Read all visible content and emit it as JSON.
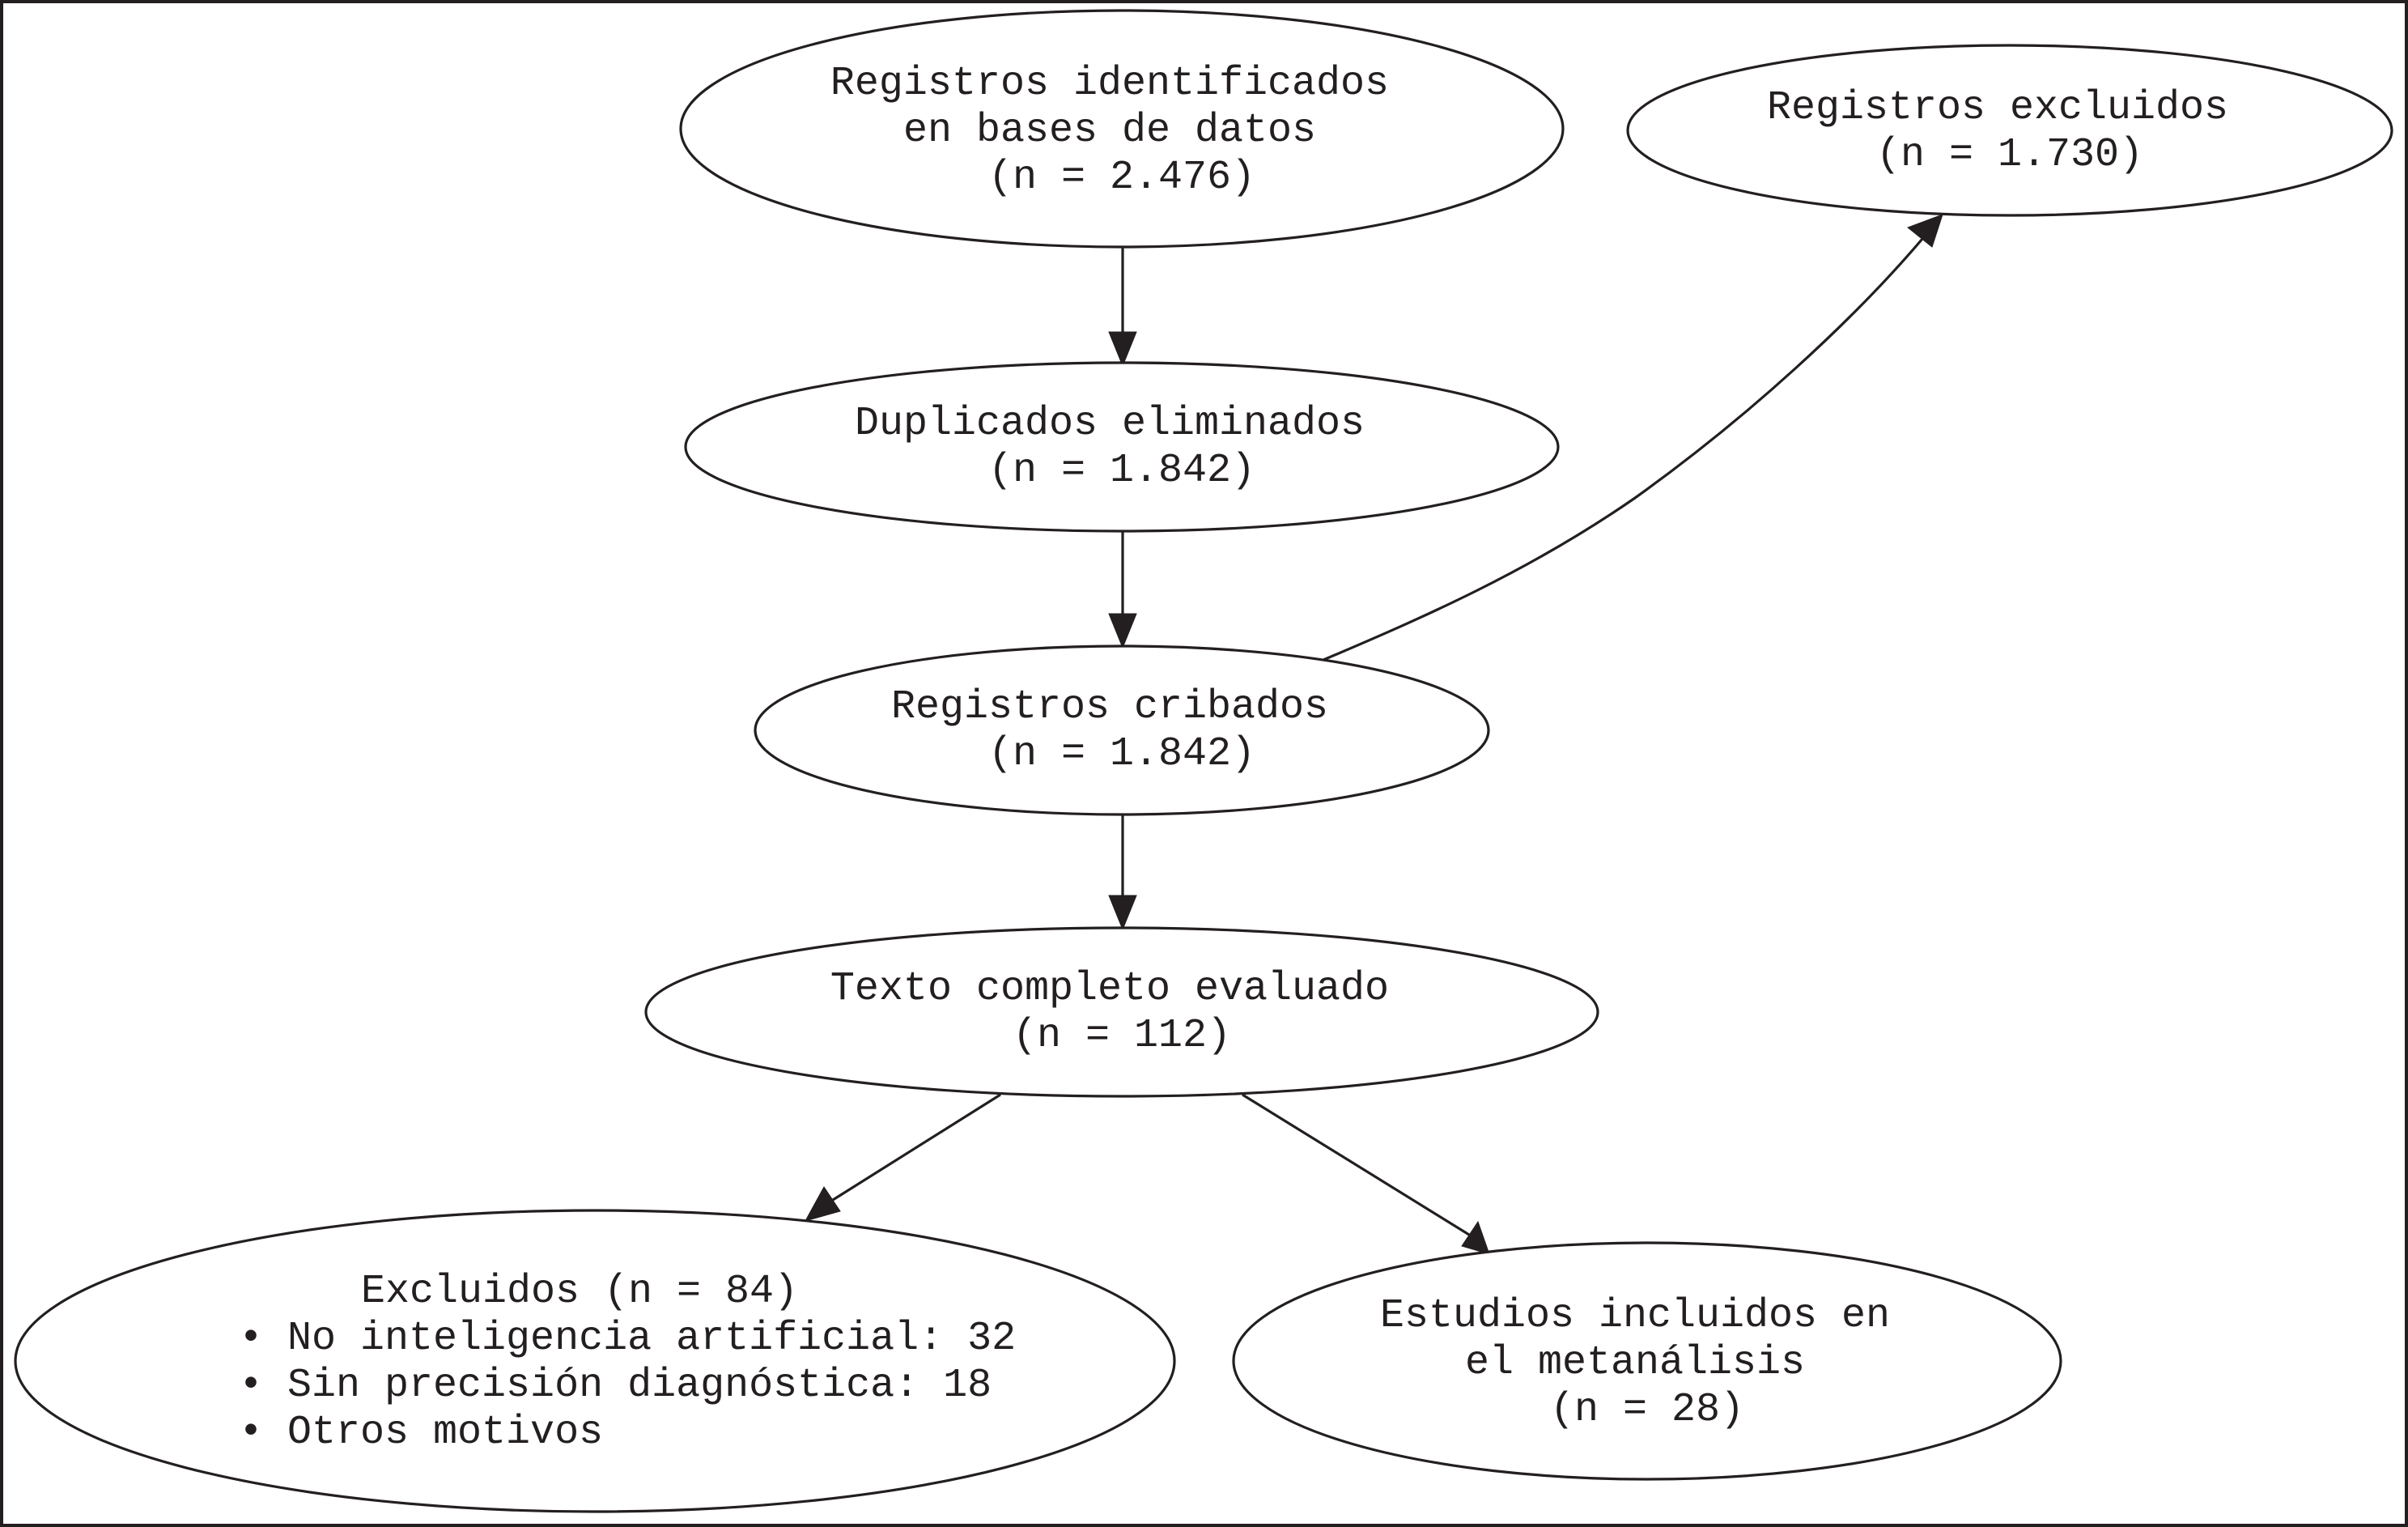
{
  "diagram": {
    "type": "flowchart",
    "nodes": {
      "identified": {
        "lines": [
          "Registros identificados",
          "en bases de datos",
          "(n = 2.476)"
        ]
      },
      "excluded_records": {
        "lines": [
          "Registros excluidos",
          "(n = 1.730)"
        ]
      },
      "duplicates": {
        "lines": [
          "Duplicados eliminados",
          "(n = 1.842)"
        ]
      },
      "screened": {
        "lines": [
          "Registros cribados",
          "(n = 1.842)"
        ]
      },
      "fulltext": {
        "lines": [
          "Texto completo evaluado",
          "(n = 112)"
        ]
      },
      "excluded_fulltext": {
        "lines": [
          "Excluidos (n = 84)",
          "• No inteligencia artificial: 32",
          "• Sin precisión diagnóstica: 18",
          "• Otros motivos"
        ]
      },
      "included": {
        "lines": [
          "Estudios incluidos en",
          "el metanálisis",
          "(n = 28)"
        ]
      }
    },
    "edges": [
      {
        "from": "identified",
        "to": "duplicates"
      },
      {
        "from": "duplicates",
        "to": "screened"
      },
      {
        "from": "screened",
        "to": "excluded_records"
      },
      {
        "from": "screened",
        "to": "fulltext"
      },
      {
        "from": "fulltext",
        "to": "excluded_fulltext"
      },
      {
        "from": "fulltext",
        "to": "included"
      }
    ]
  }
}
